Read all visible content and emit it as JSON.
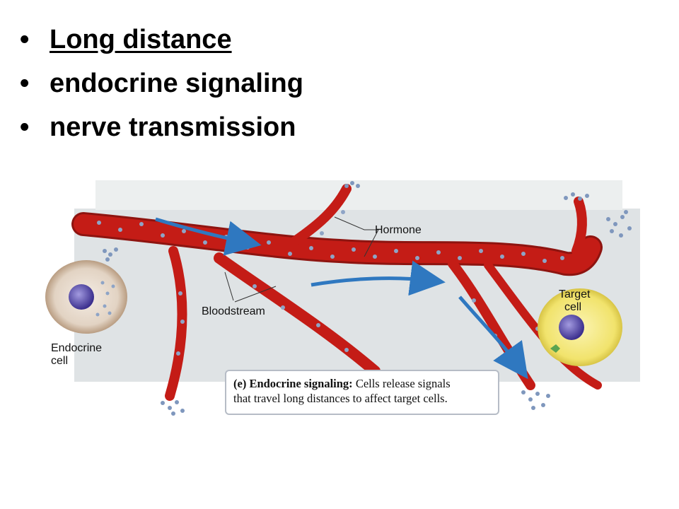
{
  "bullets": [
    {
      "text": "Long distance",
      "underline": true
    },
    {
      "text": "endocrine signaling",
      "underline": false
    },
    {
      "text": "nerve transmission",
      "underline": false
    }
  ],
  "bullet_symbol": "•",
  "figure": {
    "labels": {
      "hormone": "Hormone",
      "bloodstream": "Bloodstream",
      "target_line1": "Target",
      "target_line2": "cell",
      "endocrine_line1": "Endocrine",
      "endocrine_line2": "cell"
    },
    "caption": {
      "bold": "(e) Endocrine signaling:",
      "rest_line1": " Cells release signals",
      "line2": "that travel long distances to affect target cells."
    },
    "colors": {
      "panel": "#dfe3e5",
      "vessel": "#c41c16",
      "vessel_dark": "#8e1410",
      "hormone_dot": "#8ea4c6",
      "arrow": "#2f78c0",
      "endocrine_cell": "#c8ab90",
      "target_cell": "#efe164",
      "nucleus": "#5346a8"
    }
  }
}
